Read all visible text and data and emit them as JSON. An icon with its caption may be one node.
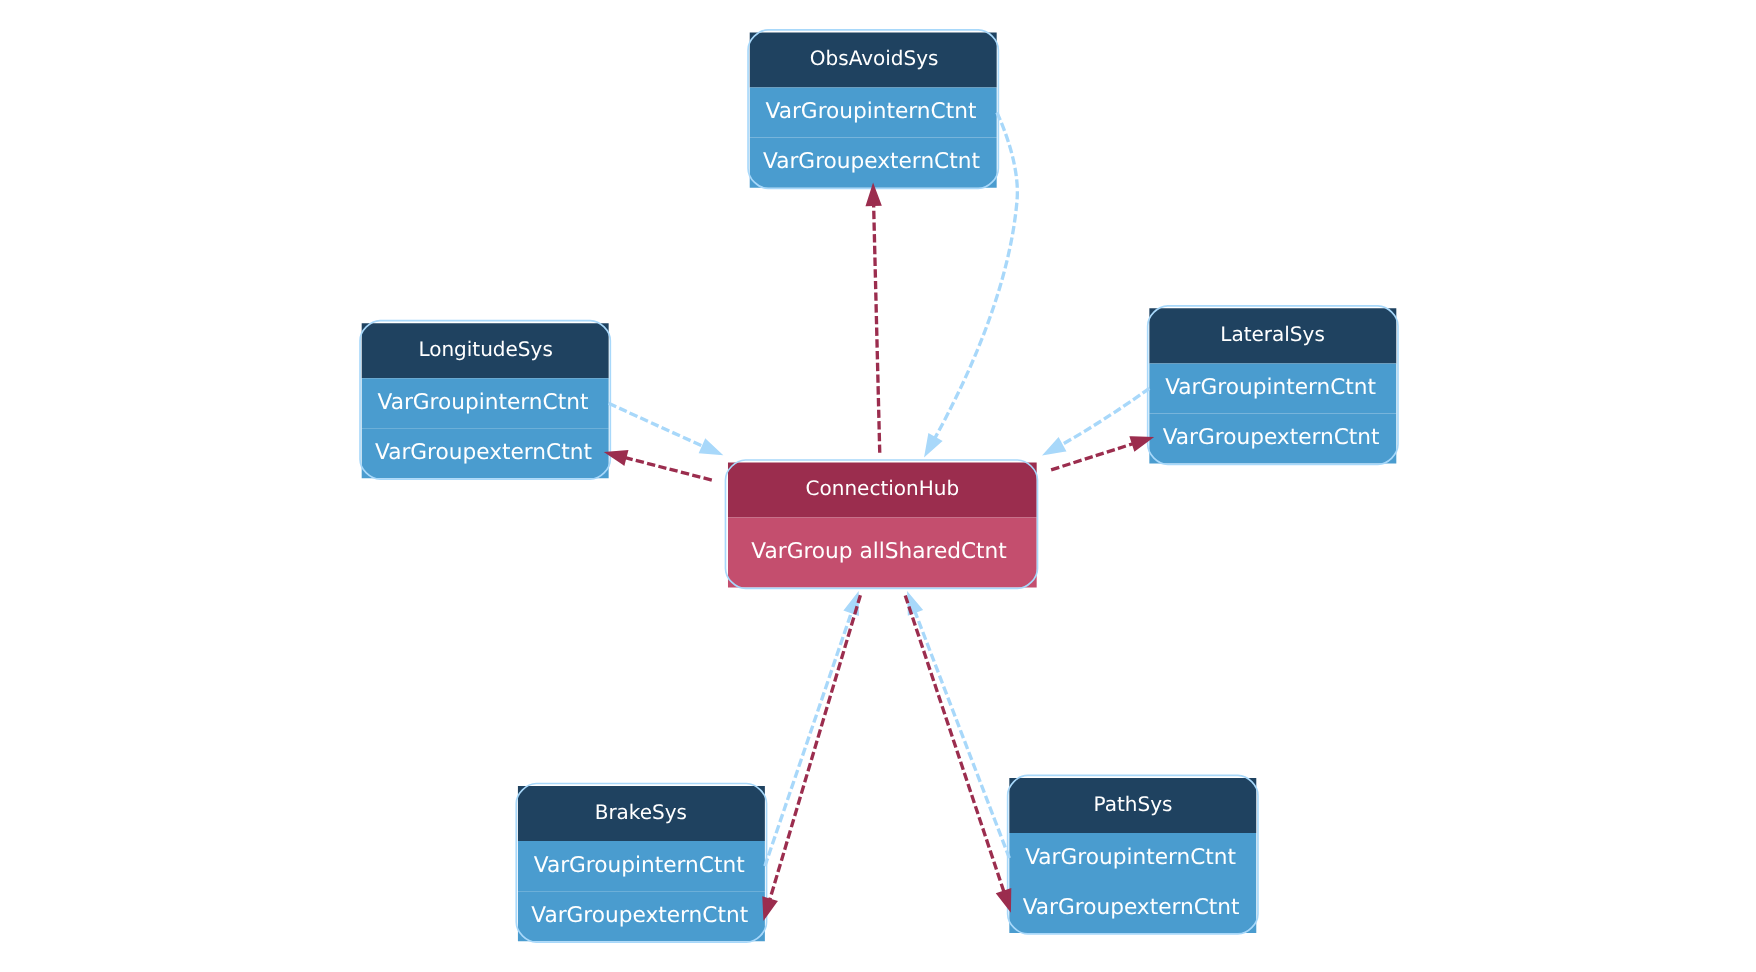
{
  "diagram": {
    "nodes": [
      {
        "text": [
          "BrakeSys",
          "VarGroupinternCtnt",
          "VarGroupexternCtnt"
        ]
      },
      {
        "text": [
          "PathSys",
          "VarGroupinternCtnt",
          "VarGroupexternCtnt"
        ]
      },
      {
        "text": [
          "ConnectionHub",
          "VarGroup allSharedCtnt"
        ]
      },
      {
        "text": [
          "ObsAvoidSys",
          "VarGroupinternCtnt",
          "VarGroupexternCtnt"
        ]
      },
      {
        "text": [
          "LateralSys",
          "VarGroupinternCtnt",
          "VarGroupexternCtnt"
        ]
      },
      {
        "text": [
          "LongitudeSys",
          "VarGroupinternCtnt",
          "VarGroupexternCtnt"
        ]
      }
    ],
    "edges": [
      {
        "from": 0,
        "to": 2,
        "arrow": "to",
        "style": "dashed",
        "color": "#a8d8fa"
      },
      {
        "from": 2,
        "to": 0,
        "arrow": "to",
        "style": "dashed",
        "color": "#9b2d4e"
      },
      {
        "from": 1,
        "to": 2,
        "arrow": "to",
        "style": "dashed",
        "color": "#a8d8fa"
      },
      {
        "from": 2,
        "to": 1,
        "arrow": "to",
        "style": "dashed",
        "color": "#9b2d4e"
      },
      {
        "from": 3,
        "to": 2,
        "arrow": "to",
        "style": "dashed",
        "color": "#a8d8fa"
      },
      {
        "from": 2,
        "to": 3,
        "arrow": "to",
        "style": "dashed",
        "color": "#9b2d4e"
      },
      {
        "from": 4,
        "to": 2,
        "arrow": "to",
        "style": "dashed",
        "color": "#a8d8fa"
      },
      {
        "from": 2,
        "to": 4,
        "arrow": "to",
        "style": "dashed",
        "color": "#9b2d4e"
      },
      {
        "from": 5,
        "to": 2,
        "arrow": "to",
        "style": "dashed",
        "color": "#a8d8fa"
      },
      {
        "from": 2,
        "to": 5,
        "arrow": "to",
        "style": "dashed",
        "color": "#9b2d4e"
      }
    ]
  }
}
